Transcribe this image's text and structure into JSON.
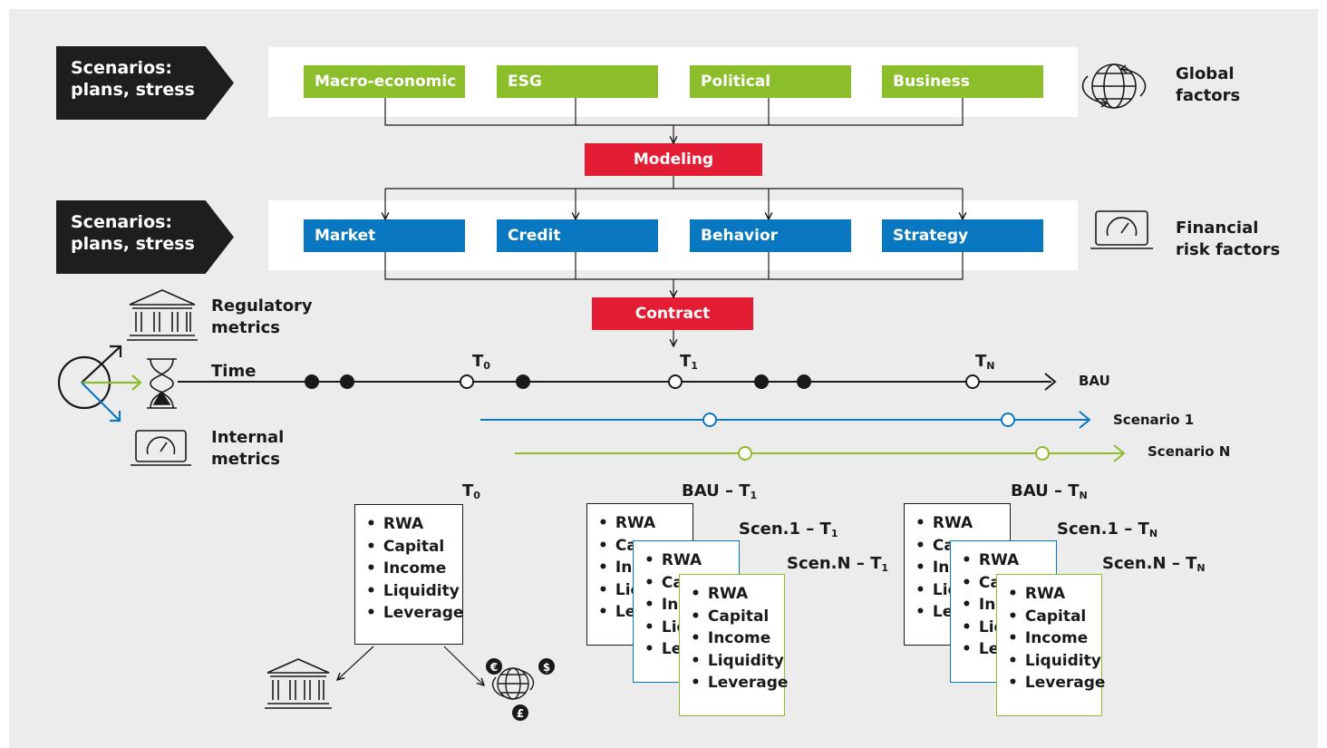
{
  "colors": {
    "green": "#8cbd2a",
    "blue": "#0a78c0",
    "red": "#e31d34",
    "dark": "#1e1e1e"
  },
  "scenario_tag": "Scenarios: plans, stress",
  "scenario_tag_line1": "Scenarios:",
  "scenario_tag_line2": "plans, stress",
  "global_factors": {
    "boxes": [
      "Macro-economic",
      "ESG",
      "Political",
      "Business"
    ],
    "label_line1": "Global",
    "label_line2": "factors",
    "icon": "globe-icon"
  },
  "modeling": "Modeling",
  "financial_factors": {
    "boxes": [
      "Market",
      "Credit",
      "Behavior",
      "Strategy"
    ],
    "label_line1": "Financial",
    "label_line2": "risk factors",
    "icon": "gauge-icon"
  },
  "contract": "Contract",
  "left_labels": {
    "regulatory_line1": "Regulatory",
    "regulatory_line2": "metrics",
    "time": "Time",
    "internal_line1": "Internal",
    "internal_line2": "metrics"
  },
  "timeline": {
    "markers": {
      "t0": "T",
      "t0_sub": "0",
      "t1": "T",
      "t1_sub": "1",
      "tn": "T",
      "tn_sub": "N"
    },
    "lines": [
      "BAU",
      "Scenario 1",
      "Scenario N"
    ]
  },
  "cards": {
    "t0_title": "T",
    "t0_title_sub": "0",
    "bau_t1": "BAU – T",
    "bau_t1_sub": "1",
    "scen1_t1": "Scen.1 – T",
    "scen1_t1_sub": "1",
    "scenN_t1": "Scen.N – T",
    "scenN_t1_sub": "1",
    "bau_tn": "BAU – T",
    "bau_tn_sub": "N",
    "scen1_tn": "Scen.1 – T",
    "scen1_tn_sub": "N",
    "scenN_tn": "Scen.N – T",
    "scenN_tn_sub": "N",
    "items": [
      "RWA",
      "Capital",
      "Income",
      "Liquidity",
      "Leverage"
    ],
    "partial_items": [
      "RWA",
      "Ca",
      "Inc",
      "Lic",
      "Lev"
    ],
    "partial_items_mid": [
      "RWA",
      "Ca",
      "Inc",
      "Lic",
      "Lev"
    ]
  },
  "currency_symbols": [
    "€",
    "$",
    "£"
  ]
}
